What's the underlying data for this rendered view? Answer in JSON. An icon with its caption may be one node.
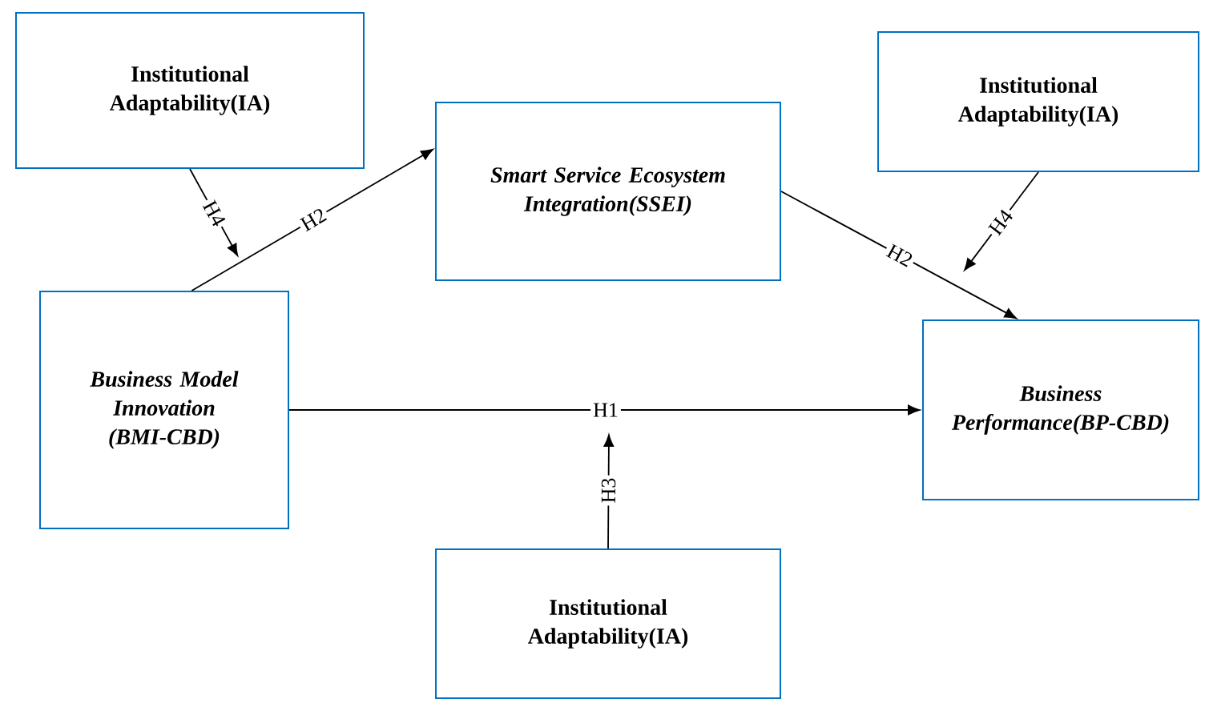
{
  "diagram": {
    "nodes": [
      {
        "text": [
          "Institutional Adaptability(IA)"
        ]
      },
      {
        "text": [
          "Smart Service Ecosystem Integration(SSEI)"
        ]
      },
      {
        "text": [
          "Institutional Adaptability(IA)"
        ]
      },
      {
        "text": [
          "Business Model Innovation (BMI-CBD)"
        ]
      },
      {
        "text": [
          "Business Performance(BP-CBD)"
        ]
      },
      {
        "text": [
          "Institutional Adaptability(IA)"
        ]
      }
    ],
    "edges": [
      {
        "from": 3,
        "to": 1,
        "arrow": "to",
        "label": "H2"
      },
      {
        "from": 1,
        "to": 4,
        "arrow": "to",
        "label": "H2"
      },
      {
        "from": 3,
        "to": 4,
        "arrow": "to",
        "label": "H1"
      },
      {
        "from": 0,
        "to": null,
        "arrow": "to",
        "label": "H4"
      },
      {
        "from": 2,
        "to": null,
        "arrow": "to",
        "label": "H4"
      },
      {
        "from": 5,
        "to": null,
        "arrow": "to",
        "label": "H3"
      }
    ]
  }
}
